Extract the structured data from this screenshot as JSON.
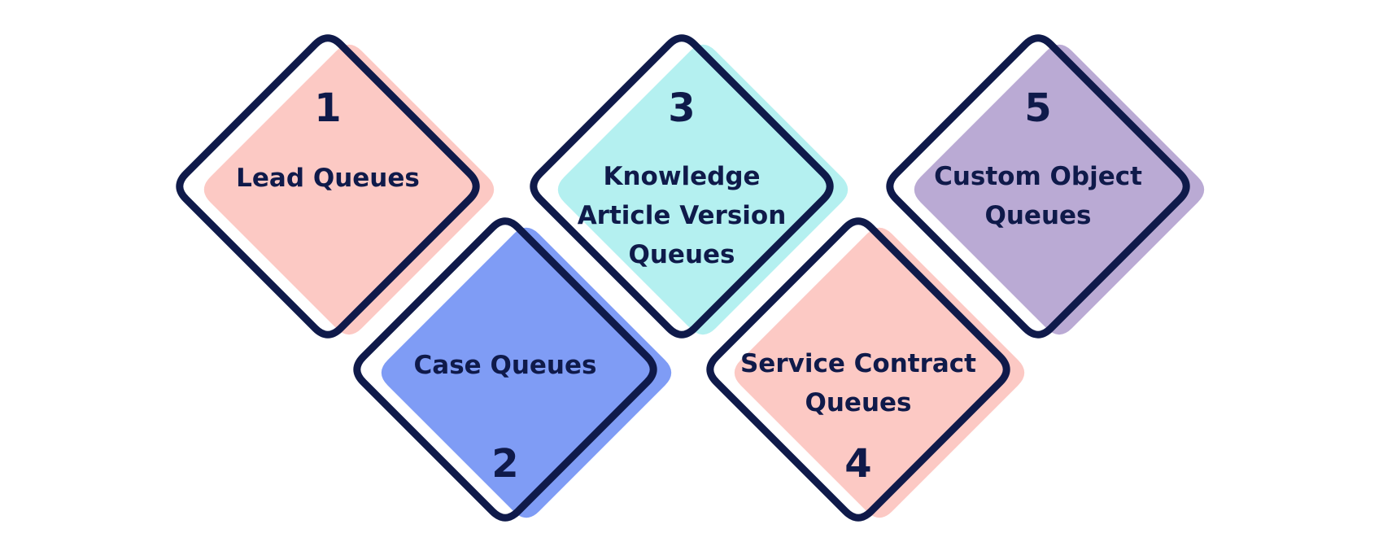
{
  "colors": {
    "outline": "#0f1a4a",
    "pink": "#fcc9c4",
    "blue": "#7f9cf5",
    "cyan": "#b4f0f0",
    "purple": "#baaad4"
  },
  "items": [
    {
      "number": "1",
      "label": "Lead Queues",
      "color": "pink"
    },
    {
      "number": "2",
      "label": "Case Queues",
      "color": "blue"
    },
    {
      "number": "3",
      "label": "Knowledge Article Version Queues",
      "color": "cyan"
    },
    {
      "number": "4",
      "label": "Service Contract Queues",
      "color": "pink"
    },
    {
      "number": "5",
      "label": "Custom Object Queues",
      "color": "purple"
    }
  ]
}
